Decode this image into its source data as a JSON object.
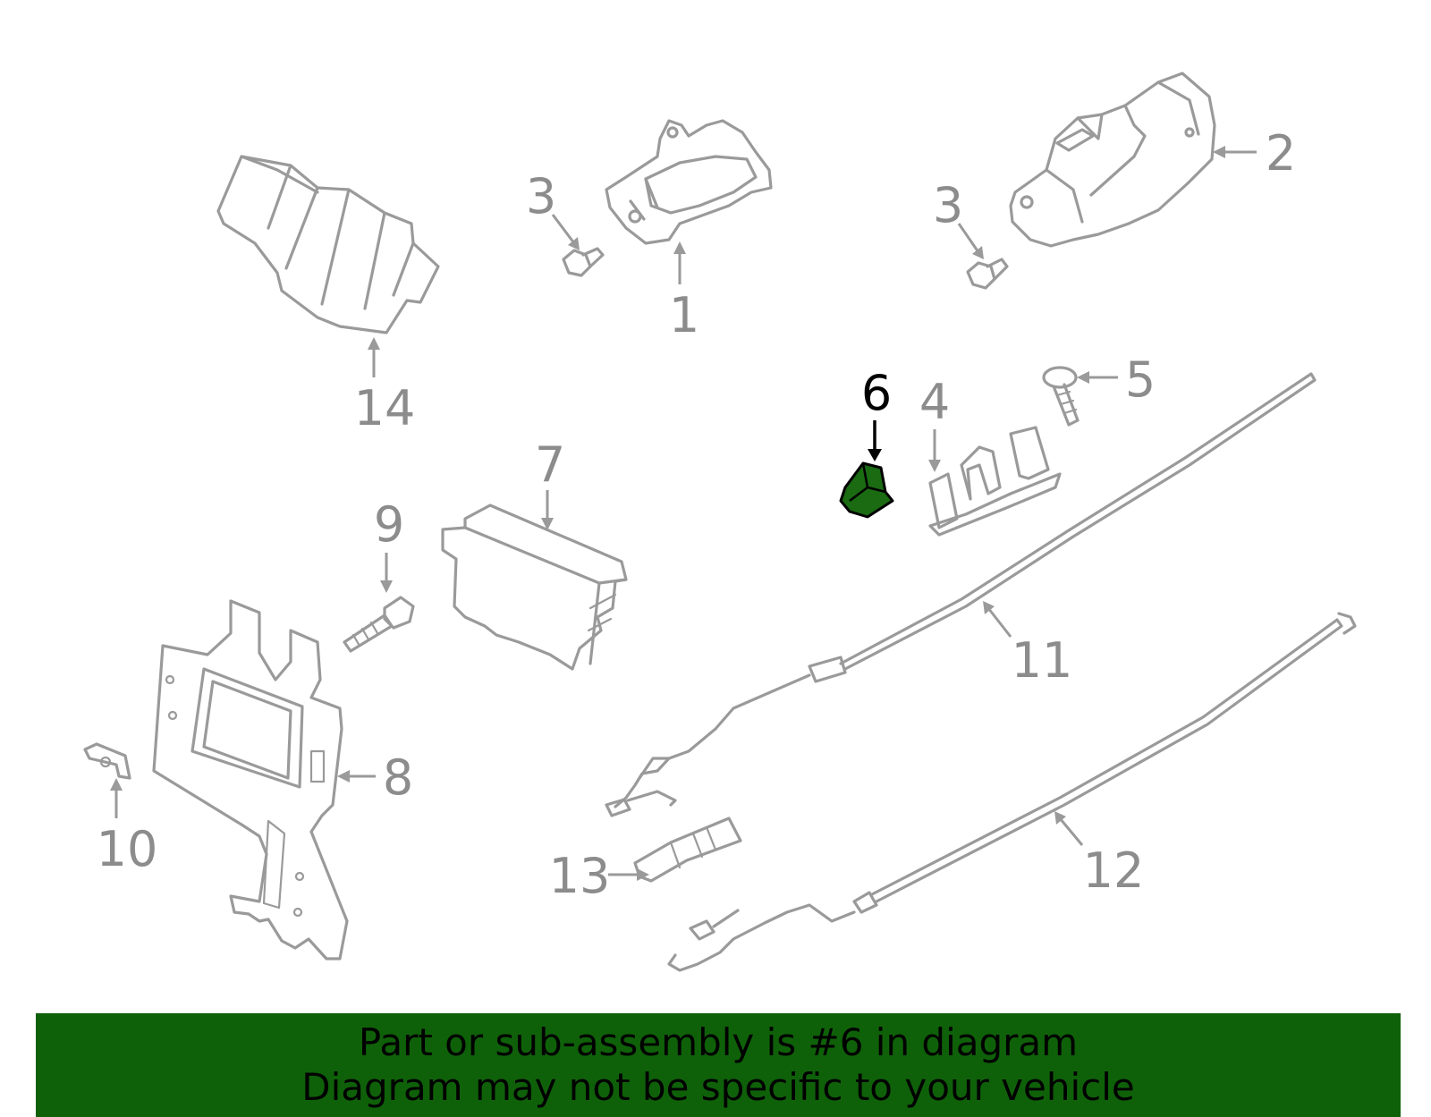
{
  "callouts": [
    {
      "number": "1"
    },
    {
      "number": "2"
    },
    {
      "number": "3"
    },
    {
      "number": "3"
    },
    {
      "number": "4"
    },
    {
      "number": "5"
    },
    {
      "number": "6",
      "highlighted": true
    },
    {
      "number": "7"
    },
    {
      "number": "8"
    },
    {
      "number": "9"
    },
    {
      "number": "10"
    },
    {
      "number": "11"
    },
    {
      "number": "12"
    },
    {
      "number": "13"
    },
    {
      "number": "14"
    }
  ],
  "banner": {
    "line1": "Part or sub-assembly is #6 in diagram",
    "line2": "Diagram may not be specific to your vehicle"
  },
  "colors": {
    "part_stroke": "#9a9a9a",
    "highlight_part": "#1a6b12",
    "banner_bg": "#0f6109",
    "banner_text": "#000000"
  }
}
